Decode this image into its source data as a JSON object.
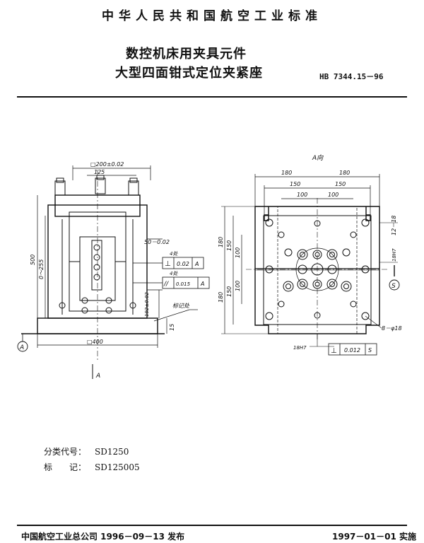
{
  "header": {
    "standard_body": "中华人民共和国航空工业标准"
  },
  "title": {
    "line1": "数控机床用夹具元件",
    "line2": "大型四面钳式定位夹紧座"
  },
  "standard_number": "HB 7344.15－96",
  "drawing": {
    "front_view": {
      "dim_top_outer": "□200±0.02",
      "dim_top_inner": "125",
      "dim_height_total": "500",
      "dim_height_range": "0～255",
      "dim_right_upper": "50－0.02",
      "dim_right_lower": "192±0.02",
      "dim_base": "15",
      "dim_bottom": "□400",
      "tol_count_1": "4处",
      "tol_symbol_1": "⊥",
      "tol_value_1": "0.02",
      "tol_datum_1": "A",
      "tol_count_2": "4处",
      "tol_symbol_2": "//",
      "tol_value_2": "0.015",
      "tol_datum_2": "A",
      "note_label": "标记处",
      "datum_A": "A",
      "view_arrow_label": "A"
    },
    "side_view": {
      "view_label": "A向",
      "dim_180_left": "180",
      "dim_180_right": "180",
      "dim_150_left": "150",
      "dim_150_right": "150",
      "dim_100_left": "100",
      "dim_100_right": "100",
      "vdim_180_top": "180",
      "vdim_180_bottom": "180",
      "vdim_150_top": "150",
      "vdim_150_bottom": "150",
      "vdim_100_top": "100",
      "vdim_100_bottom": "100",
      "dim_slot": "12－18",
      "dim_fit_right": "18H7",
      "datum_S": "S",
      "dim_holes": "8－φ18",
      "dim_fit_bottom": "18H7",
      "tol_symbol": "⊥",
      "tol_value": "0.012",
      "tol_datum": "S"
    }
  },
  "meta": {
    "classification_label": "分类代号：",
    "classification_value": "SD1250",
    "mark_label": "标　　记：",
    "mark_value": "SD125005"
  },
  "footer": {
    "issued": "中国航空工业总公司 1996－09－13 发布",
    "effective": "1997－01－01 实施"
  }
}
